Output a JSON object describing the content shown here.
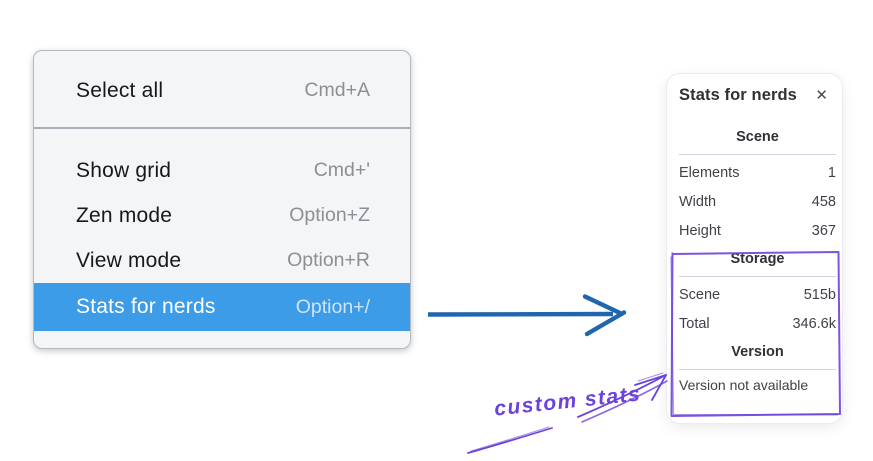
{
  "colors": {
    "menu-bg": "#f4f5f6",
    "menu-border": "#b4bac0",
    "menu-divider": "#a9afb6",
    "menu-text": "#17181a",
    "shortcut-gray": "#8b9096",
    "highlight-blue": "#3d9ce8",
    "highlight-text": "#ffffff",
    "highlight-shortcut": "#cfe4f9",
    "arrow-blue": "#2066ad",
    "annotation-purple": "#6c42dd",
    "panel-text": "#3f4248",
    "panel-heading": "#2f3136",
    "rule-gray": "#cfd5dc"
  },
  "context_menu": {
    "groups": [
      {
        "items": [
          {
            "label": "Select all",
            "shortcut": "Cmd+A"
          }
        ]
      },
      {
        "items": [
          {
            "label": "Show grid",
            "shortcut": "Cmd+'"
          },
          {
            "label": "Zen mode",
            "shortcut": "Option+Z"
          },
          {
            "label": "View mode",
            "shortcut": "Option+R"
          },
          {
            "label": "Stats for nerds",
            "shortcut": "Option+/"
          }
        ]
      }
    ]
  },
  "stats_panel": {
    "title": "Stats for nerds",
    "close_icon": "✕",
    "scene": {
      "heading": "Scene",
      "rows": [
        {
          "label": "Elements",
          "value": "1"
        },
        {
          "label": "Width",
          "value": "458"
        },
        {
          "label": "Height",
          "value": "367"
        }
      ]
    },
    "storage": {
      "heading": "Storage",
      "rows": [
        {
          "label": "Scene",
          "value": "515b"
        },
        {
          "label": "Total",
          "value": "346.6k"
        }
      ]
    },
    "version": {
      "heading": "Version",
      "note": "Version not available"
    }
  },
  "annotation": {
    "label": "custom stats"
  }
}
